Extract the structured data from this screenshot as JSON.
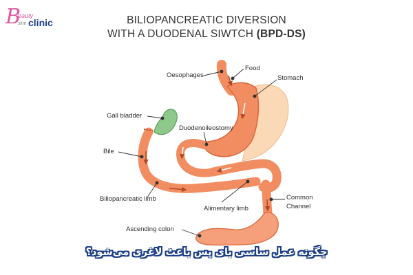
{
  "logo": {
    "letter": "B",
    "line1": "eauty",
    "line2": "slim",
    "brand": "clinic"
  },
  "title": {
    "line1": "BILIOPANCREATIC DIVERSION",
    "line2_prefix": "WITH A DUODENAL SIWTCH ",
    "line2_bold": "(BPD-DS)"
  },
  "labels": {
    "food": "Food",
    "oesophages": "Oesophages",
    "stomach": "Stomach",
    "gall_bladder": "Gall bladder",
    "duodenoileostomy": "Duodenoileostomy",
    "bile": "Bile",
    "biliopancreatic_limb": "Biliopancreatic limb",
    "alimentary_limb": "Alimentary limb",
    "common_channel_1": "Common",
    "common_channel_2": "Channel",
    "ascending_colon": "Ascending colon"
  },
  "caption": "چگونه عمل ساسی بای پس باعث لاغری می‌شود؟",
  "colors": {
    "intestine": "#f28d62",
    "intestine_dark": "#d9663a",
    "stomach_removed": "#fbd9b6",
    "gall_bladder": "#8cc98a",
    "colon": "#f5a07a",
    "caption_outline": "#1d3f86",
    "brand_pink": "#e0559c",
    "brand_blue": "#1f3e86"
  }
}
